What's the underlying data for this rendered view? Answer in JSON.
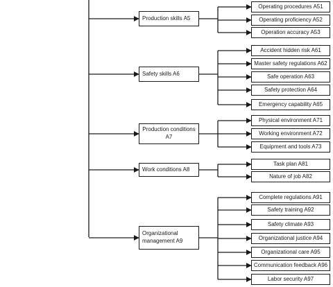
{
  "diagram": {
    "groups": [
      {
        "label": "Production skills A5",
        "children": [
          "Operating procedures A51",
          "Operating proficiency A52",
          "Operation accuracy A53"
        ]
      },
      {
        "label": "Safety skills A6",
        "children": [
          "Accident hidden risk A61",
          "Master safety regulations A62",
          "Safe operation A63",
          "Safety protection A64",
          "Emergency capability A65"
        ]
      },
      {
        "label": "Production conditions A7",
        "children": [
          "Physical environment A71",
          "Working environment A72",
          "Equipment and tools A73"
        ]
      },
      {
        "label": "Work conditions A8",
        "children": [
          "Task plan A81",
          "Nature of job A82"
        ]
      },
      {
        "label": "Organizational management A9",
        "children": [
          "Complete regulations A91",
          "Safety training  A92",
          "Safety climate A93",
          "Organizational justice A94",
          "Organizational care A95",
          "Communication feedback A96",
          "Labor security A97"
        ]
      }
    ]
  }
}
